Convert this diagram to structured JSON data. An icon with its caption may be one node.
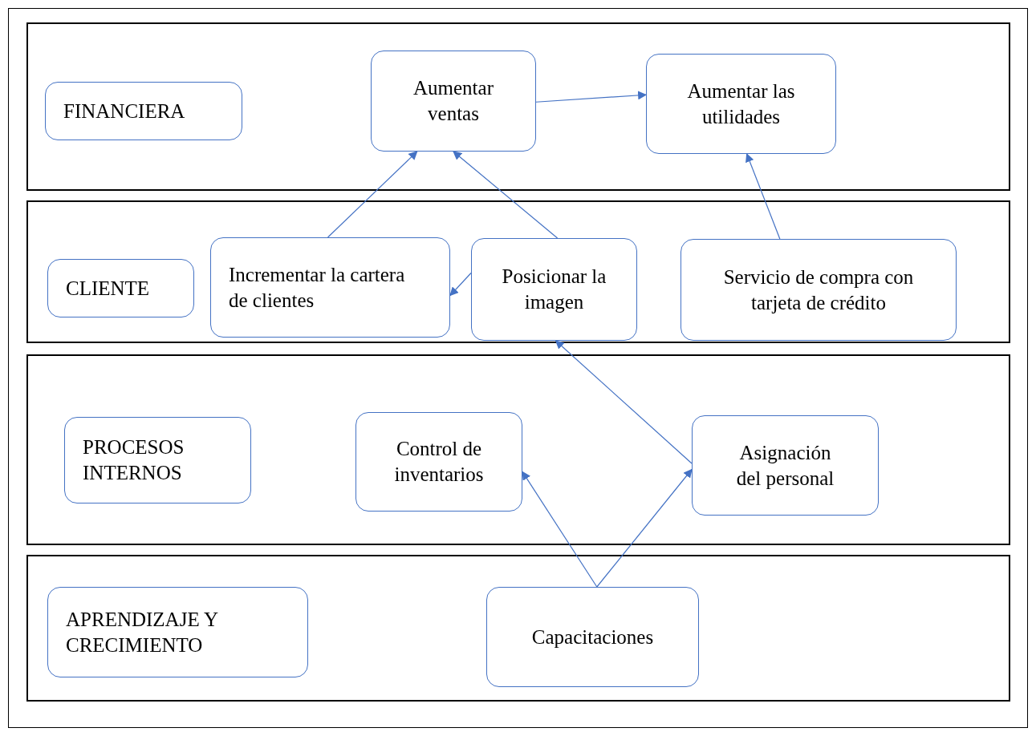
{
  "diagram": {
    "nodes": [
      {
        "text": [],
        "shape": "box"
      },
      {
        "text": [
          "FINANCIERA"
        ],
        "in": 0
      },
      {
        "text": [
          "Aumentar ventas"
        ],
        "in": 0
      },
      {
        "text": [
          "Aumentar las utilidades"
        ],
        "in": 0
      },
      {
        "text": [],
        "shape": "box"
      },
      {
        "text": [
          "CLIENTE"
        ],
        "in": 4
      },
      {
        "text": [
          "Incrementar la cartera de clientes"
        ],
        "in": 4
      },
      {
        "text": [
          "Posicionar la imagen"
        ],
        "in": 4
      },
      {
        "text": [
          "Servicio de compra con tarjeta de crédito"
        ],
        "in": 4
      },
      {
        "text": [],
        "shape": "box"
      },
      {
        "text": [
          "PROCESOS INTERNOS"
        ],
        "in": 9
      },
      {
        "text": [
          "Control de inventarios"
        ],
        "in": 9
      },
      {
        "text": [
          "Asignación del personal"
        ],
        "in": 9
      },
      {
        "text": [],
        "shape": "box"
      },
      {
        "text": [
          "APRENDIZAJE Y CRECIMIENTO"
        ],
        "in": 13
      },
      {
        "text": [
          "Capacitaciones"
        ],
        "in": 13
      }
    ],
    "edges": [
      {
        "from": 2,
        "to": 3,
        "arrow": "to"
      },
      {
        "from": 6,
        "to": 2,
        "arrow": "to"
      },
      {
        "from": 7,
        "to": 2,
        "arrow": "to"
      },
      {
        "from": 7,
        "to": 6,
        "arrow": "to"
      },
      {
        "from": 8,
        "to": 3,
        "arrow": "to"
      },
      {
        "from": 12,
        "to": 7,
        "arrow": "to"
      },
      {
        "from": 15,
        "to": 11,
        "arrow": "to"
      },
      {
        "from": 15,
        "to": 12,
        "arrow": "to"
      }
    ]
  }
}
